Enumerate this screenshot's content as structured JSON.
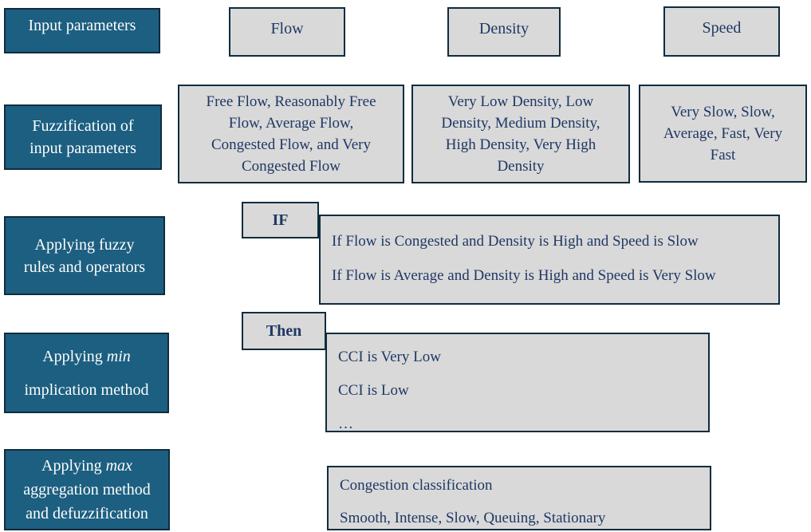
{
  "palette": {
    "stage_fill": "#1c5f80",
    "stage_text": "#fdfdfd",
    "box_fill": "#d9d9d9",
    "box_border": "#0f2c3e",
    "text_navy": "#1f3864"
  },
  "stages": {
    "input_parameters": {
      "lines": [
        "Input parameters"
      ]
    },
    "fuzzification": {
      "lines": [
        "Fuzzification of",
        "input parameters"
      ]
    },
    "fuzzy_rules": {
      "lines": [
        "Applying fuzzy",
        "rules and operators"
      ]
    },
    "implication": {
      "prefix": "Applying ",
      "italic": "min",
      "line2": "implication method"
    },
    "aggregation": {
      "prefix": "Applying ",
      "italic": "max",
      "line2": "aggregation method",
      "line3": "and defuzzification"
    }
  },
  "input_boxes": {
    "flow": "Flow",
    "density": "Density",
    "speed": "Speed"
  },
  "fuzzy_sets": {
    "flow": {
      "lines": [
        "Free Flow, Reasonably Free",
        "Flow, Average Flow,",
        "Congested Flow, and Very",
        "Congested Flow"
      ]
    },
    "density": {
      "lines": [
        "Very Low Density, Low",
        "Density, Medium Density,",
        "High Density, Very High",
        "Density"
      ]
    },
    "speed": {
      "lines": [
        "Very Slow, Slow,",
        "Average, Fast, Very",
        "Fast"
      ]
    }
  },
  "rule_section": {
    "if_label": "IF",
    "if_rules": [
      "If Flow is Congested and Density is High and Speed is Slow",
      "If Flow is Average and Density is High and Speed is Very Slow"
    ],
    "then_label": "Then",
    "then_results": [
      "CCI is Very Low",
      "CCI is Low",
      "…"
    ]
  },
  "output_section": {
    "lines": [
      "Congestion classification",
      "Smooth, Intense, Slow, Queuing, Stationary"
    ]
  }
}
